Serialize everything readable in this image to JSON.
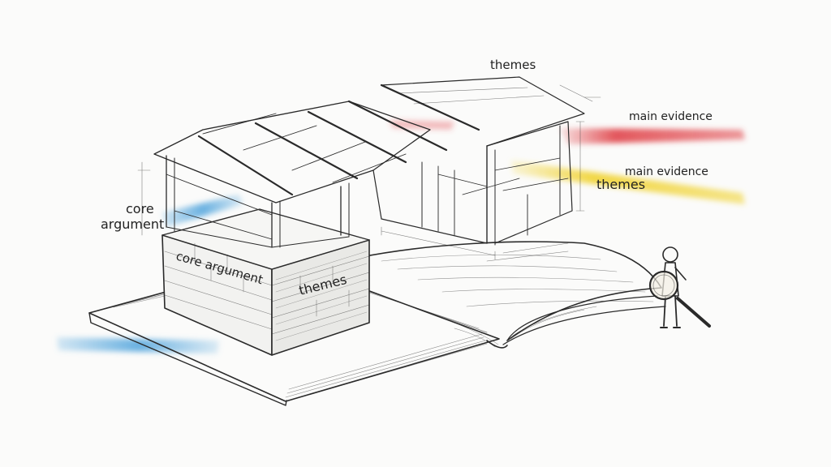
{
  "labels": {
    "themes_top": "themes",
    "main_evidence_1": "main evidence",
    "main_evidence_2": "main evidence",
    "themes_right": "themes",
    "core_argument_left_line1": "core",
    "core_argument_left_line2": "argument",
    "core_argument_block": "core argument",
    "themes_block": "themes"
  },
  "colors": {
    "pencil": "#2a2a2a",
    "paper": "#fbfbfa",
    "highlight_red": "#e0454b",
    "highlight_yellow": "#f1d53c",
    "highlight_blue": "#5aa9de"
  },
  "icons": {
    "figure": "person-with-magnifying-glass-icon"
  }
}
